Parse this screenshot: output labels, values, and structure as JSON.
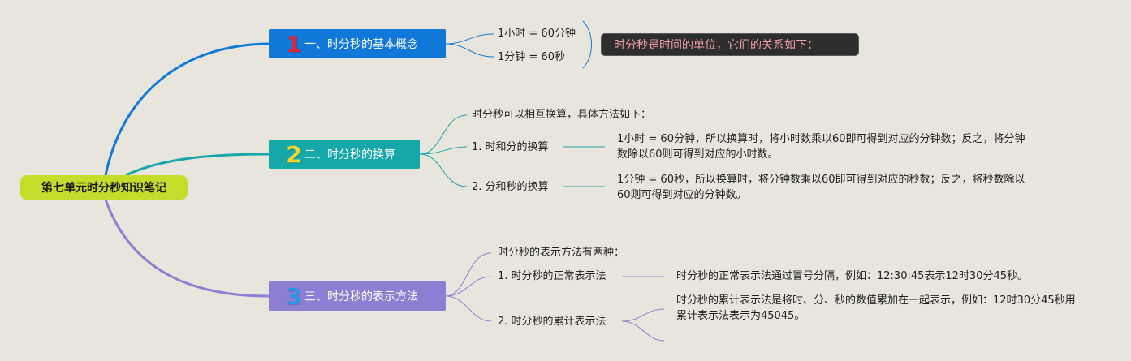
{
  "root": {
    "label": "第七单元时分秒知识笔记"
  },
  "branches": [
    {
      "number": "1",
      "label": "一、时分秒的基本概念",
      "color": "#0f78d8",
      "number_color": "#e3213b",
      "items": [
        "1小时 = 60分钟",
        "1分钟 = 60秒"
      ],
      "callout": "时分秒是时间的单位，它们的关系如下："
    },
    {
      "number": "2",
      "label": "二、时分秒的换算",
      "color": "#16a8a9",
      "number_color": "#f2d531",
      "intro": "时分秒可以相互换算，具体方法如下：",
      "items": [
        {
          "label": "1. 时和分的换算",
          "detail": "1小时 = 60分钟，所以换算时，将小时数乘以60即可得到对应的分钟数；反之，将分钟数除以60则可得到对应的小时数。"
        },
        {
          "label": "2. 分和秒的换算",
          "detail": "1分钟 = 60秒，所以换算时，将分钟数乘以60即可得到对应的秒数；反之，将秒数除以60则可得到对应的分钟数。"
        }
      ]
    },
    {
      "number": "3",
      "label": "三、时分秒的表示方法",
      "color": "#8c7ed3",
      "number_color": "#2c96e6",
      "intro": "时分秒的表示方法有两种：",
      "items": [
        {
          "label": "1. 时分秒的正常表示法",
          "detail": "时分秒的正常表示法通过冒号分隔，例如：12:30:45表示12时30分45秒。"
        },
        {
          "label": "2. 时分秒的累计表示法",
          "detail": "时分秒的累计表示法是将时、分、秒的数值累加在一起表示，例如：12时30分45秒用累计表示法表示为45045。"
        }
      ]
    }
  ]
}
